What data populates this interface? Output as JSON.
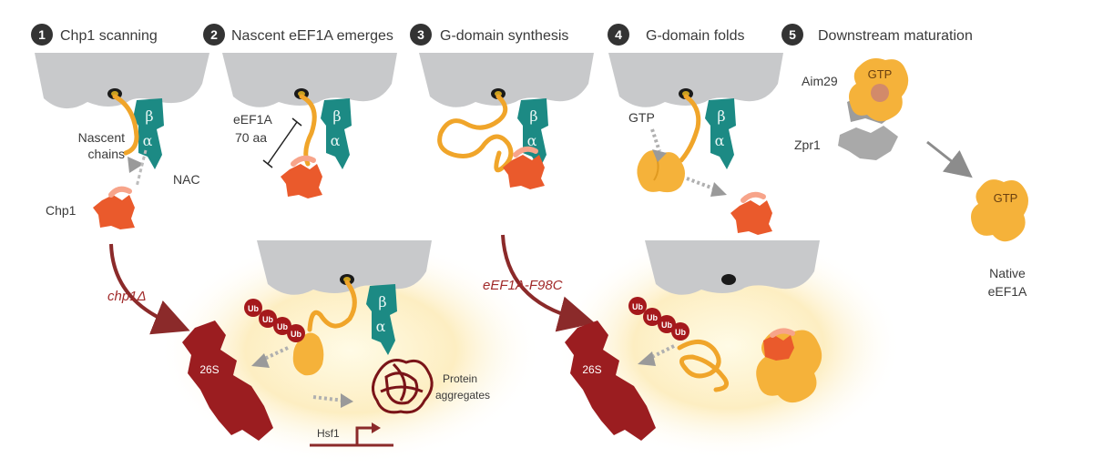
{
  "steps": [
    {
      "number": "1",
      "title": "Chp1 scanning"
    },
    {
      "number": "2",
      "title": "Nascent eEF1A emerges"
    },
    {
      "number": "3",
      "title": "G-domain synthesis"
    },
    {
      "number": "4",
      "title": "G-domain folds"
    },
    {
      "number": "5",
      "title": "Downstream maturation"
    }
  ],
  "labels": {
    "nascent_chains_1": "Nascent",
    "nascent_chains_2": "chains",
    "nac": "NAC",
    "chp1": "Chp1",
    "eef1a_1": "eEF1A",
    "eef1a_2": "70 aa",
    "gtp_label": "GTP",
    "beta": "β",
    "alpha": "α",
    "aim29": "Aim29",
    "zpr1": "Zpr1",
    "gtp_badge": "GTP",
    "native_1": "Native",
    "native_2": "eEF1A",
    "chp1_delta": "chp1Δ",
    "f98c": "eEF1A-F98C",
    "ub": "Ub",
    "s26": "26S",
    "aggregates_1": "Protein",
    "aggregates_2": "aggregates",
    "hsf1": "Hsf1"
  },
  "colors": {
    "ribosome": "#c8c9cb",
    "nac": "#1c8a84",
    "chain": "#f0a52a",
    "chp1": "#ea5a2c",
    "proteasome": "#9b1d20",
    "ub": "#a5191c",
    "arrow": "#8b2a2a",
    "glow": "#fbe3a8"
  }
}
